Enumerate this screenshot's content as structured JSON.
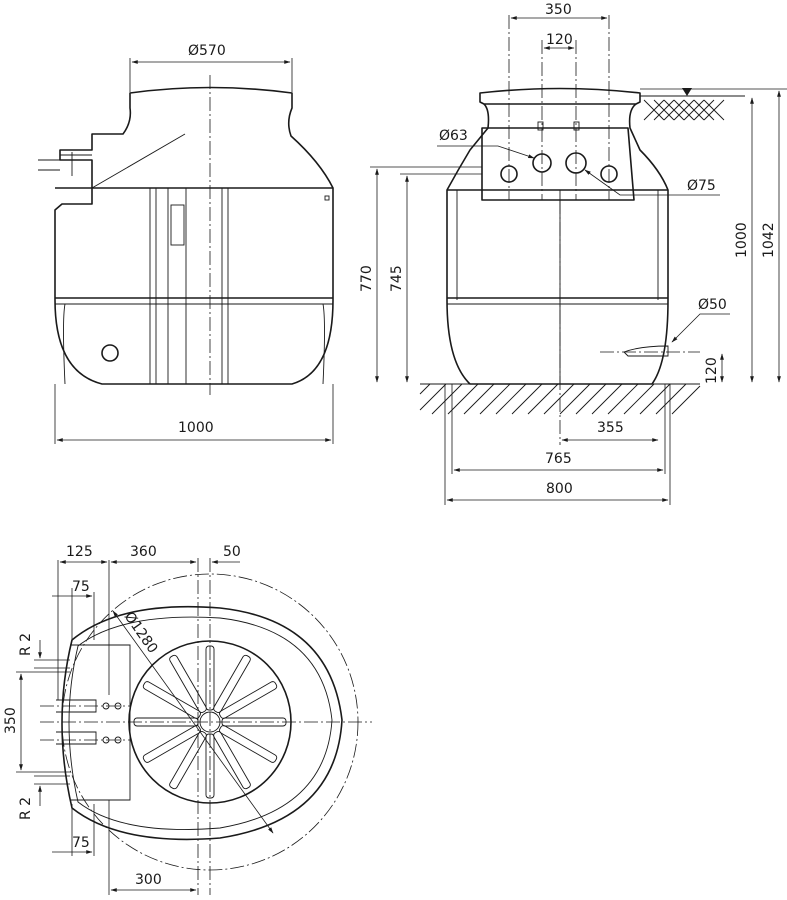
{
  "front_view": {
    "dim_top_diameter": "Ø570",
    "dim_width": "1000"
  },
  "side_view": {
    "dim_350": "350",
    "dim_120_top": "120",
    "dim_d63": "Ø63",
    "dim_d75": "Ø75",
    "dim_d50": "Ø50",
    "dim_770": "770",
    "dim_745": "745",
    "dim_1000": "1000",
    "dim_1042": "1042",
    "dim_120_side": "120",
    "dim_355": "355",
    "dim_765": "765",
    "dim_800": "800"
  },
  "top_view": {
    "dim_125": "125",
    "dim_360": "360",
    "dim_50": "50",
    "dim_75_top": "75",
    "dim_75_bottom": "75",
    "dim_d1280": "Ø1280",
    "dim_r2_top": "R 2",
    "dim_r2_bottom": "R 2",
    "dim_350": "350",
    "dim_300": "300"
  }
}
